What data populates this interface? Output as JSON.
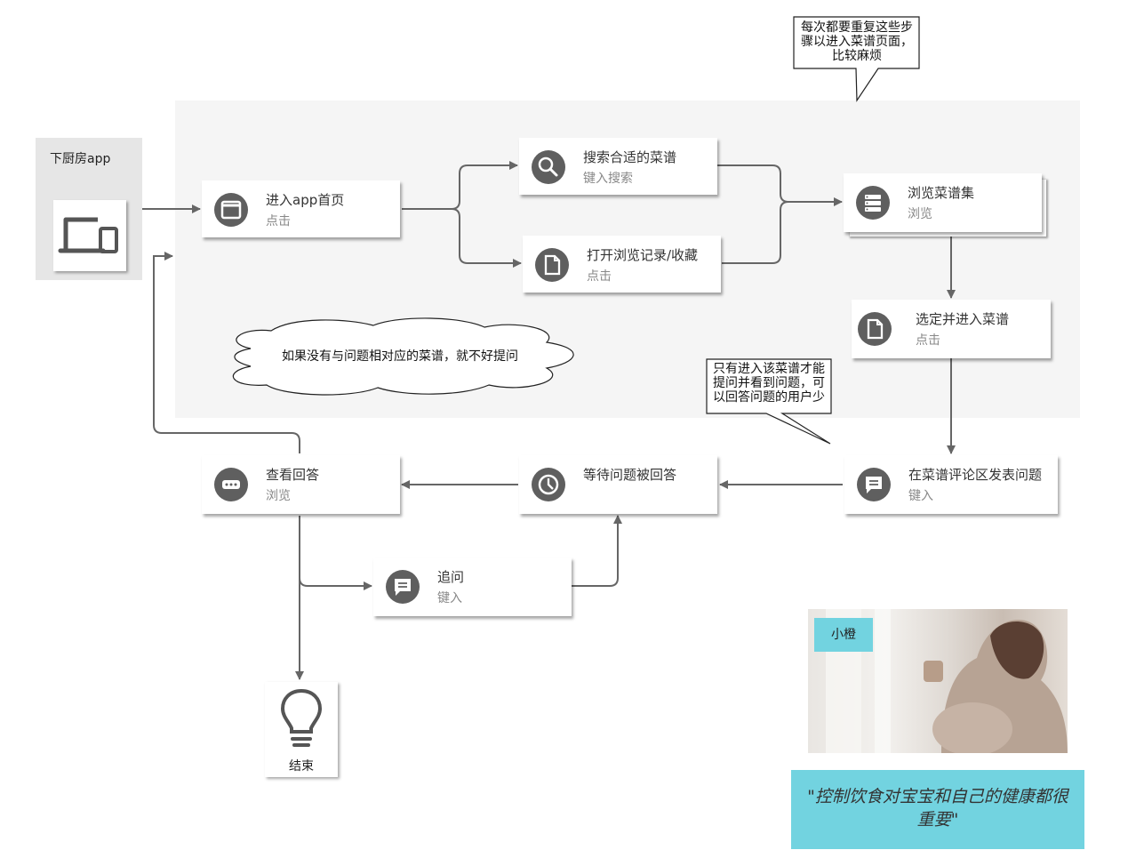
{
  "device": {
    "label": "下厨房app",
    "icon": "devices-icon"
  },
  "nodes": {
    "home": {
      "title": "进入app首页",
      "action": "点击",
      "icon": "window-icon"
    },
    "search": {
      "title": "搜索合适的菜谱",
      "action": "键入搜索",
      "icon": "search-icon"
    },
    "history": {
      "title": "打开浏览记录/收藏",
      "action": "点击",
      "icon": "document-icon"
    },
    "browse": {
      "title": "浏览菜谱集",
      "action": "浏览",
      "icon": "list-icon"
    },
    "select": {
      "title": "选定并进入菜谱",
      "action": "点击",
      "icon": "document-icon"
    },
    "post": {
      "title": "在菜谱评论区发表问题",
      "action": "键入",
      "icon": "comment-icon"
    },
    "wait": {
      "title": "等待问题被回答",
      "action": "",
      "icon": "clock-icon"
    },
    "view": {
      "title": "查看回答",
      "action": "浏览",
      "icon": "ellipsis-icon"
    },
    "followup": {
      "title": "追问",
      "action": "键入",
      "icon": "comment-icon"
    }
  },
  "end": {
    "label": "结束",
    "icon": "lightbulb-icon"
  },
  "callouts": {
    "top": "每次都要重复这些步骤以进入菜谱页面，比较麻烦",
    "middle": "只有进入该菜谱才能提问并看到问题，可以回答问题的用户少",
    "cloud": "如果没有与问题相对应的菜谱，就不好提问"
  },
  "persona": {
    "name": "小橙",
    "quote": "\"控制饮食对宝宝和自己的健康都很重要\""
  },
  "colors": {
    "accent": "#72d3e0",
    "icon_bg": "#5f5f5f",
    "region": "#f5f5f5",
    "connector": "#666666"
  }
}
